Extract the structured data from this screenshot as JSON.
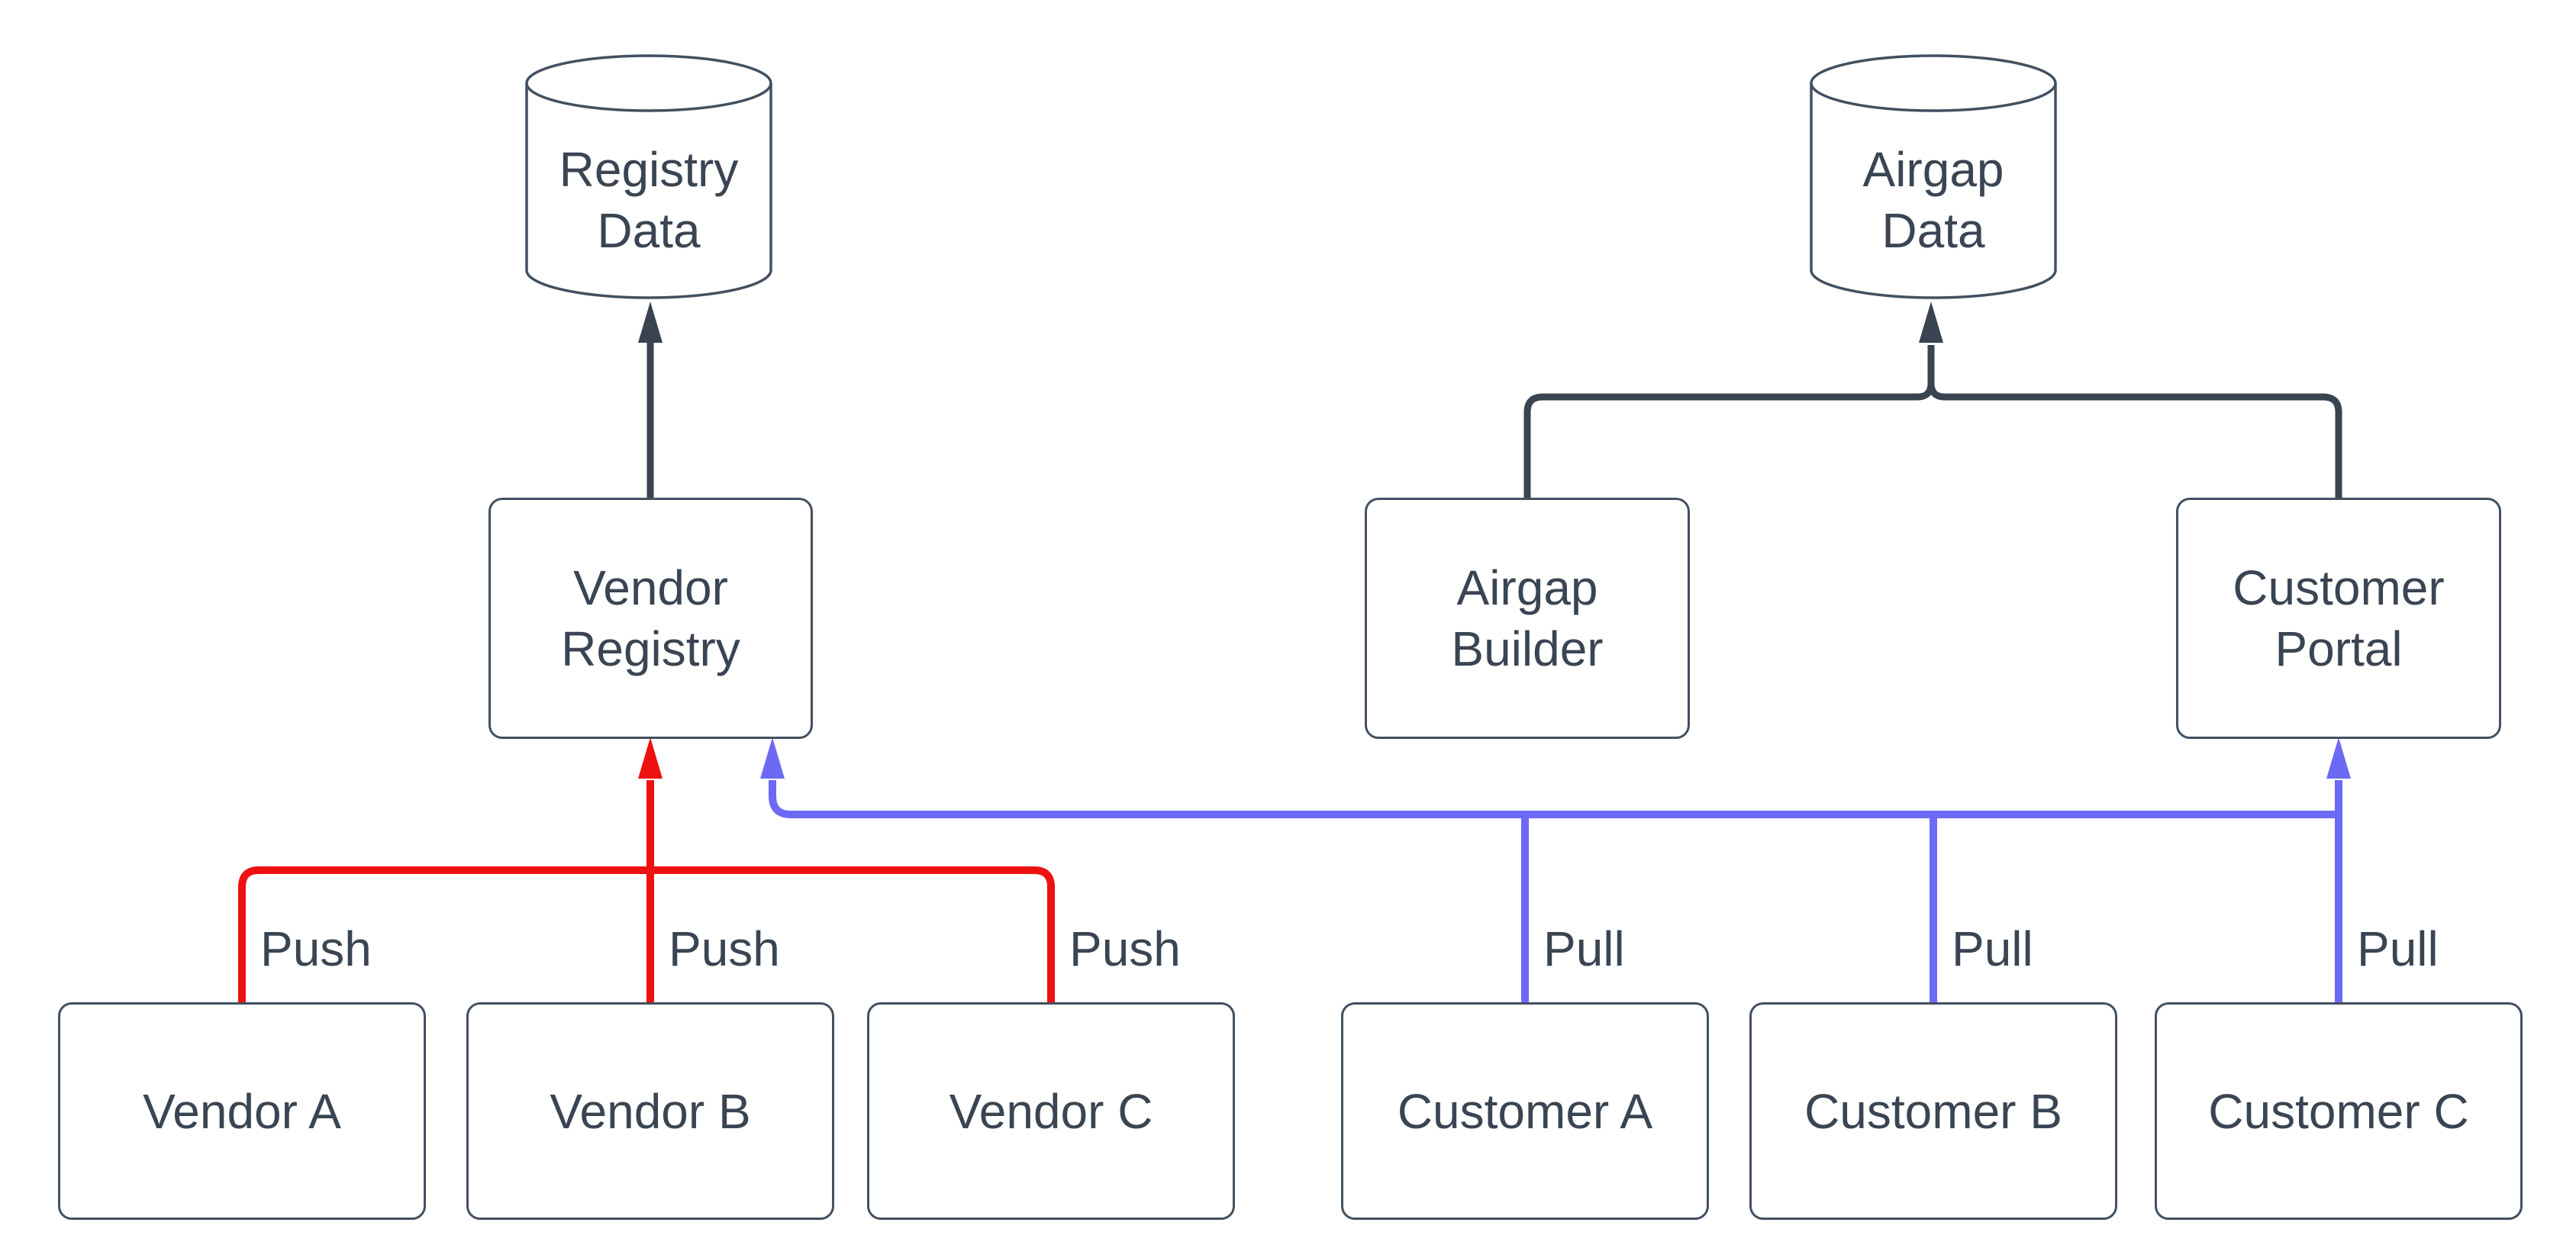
{
  "diagram": {
    "nodes": {
      "registry_data": {
        "label": "Registry\nData",
        "shape": "cylinder"
      },
      "airgap_data": {
        "label": "Airgap\nData",
        "shape": "cylinder"
      },
      "vendor_registry": {
        "label": "Vendor\nRegistry",
        "shape": "rect"
      },
      "airgap_builder": {
        "label": "Airgap\nBuilder",
        "shape": "rect"
      },
      "customer_portal": {
        "label": "Customer\nPortal",
        "shape": "rect"
      },
      "vendor_a": {
        "label": "Vendor A",
        "shape": "rect"
      },
      "vendor_b": {
        "label": "Vendor B",
        "shape": "rect"
      },
      "vendor_c": {
        "label": "Vendor C",
        "shape": "rect"
      },
      "customer_a": {
        "label": "Customer A",
        "shape": "rect"
      },
      "customer_b": {
        "label": "Customer B",
        "shape": "rect"
      },
      "customer_c": {
        "label": "Customer C",
        "shape": "rect"
      }
    },
    "edge_labels": {
      "push_a": "Push",
      "push_b": "Push",
      "push_c": "Push",
      "pull_a": "Pull",
      "pull_b": "Pull",
      "pull_c": "Pull"
    },
    "edges": [
      {
        "from": "vendor_registry",
        "to": "registry_data",
        "color": "#3a4350"
      },
      {
        "from": "airgap_builder",
        "to": "airgap_data",
        "color": "#3a4350"
      },
      {
        "from": "customer_portal",
        "to": "airgap_data",
        "color": "#3a4350"
      },
      {
        "from": "vendor_a",
        "to": "vendor_registry",
        "label": "Push",
        "color": "#ee1111"
      },
      {
        "from": "vendor_b",
        "to": "vendor_registry",
        "label": "Push",
        "color": "#ee1111"
      },
      {
        "from": "vendor_c",
        "to": "vendor_registry",
        "label": "Push",
        "color": "#ee1111"
      },
      {
        "from": "customer_a",
        "to": "vendor_registry",
        "label": "Pull",
        "color": "#6c6af5"
      },
      {
        "from": "customer_b",
        "to": "vendor_registry",
        "label": "Pull",
        "color": "#6c6af5"
      },
      {
        "from": "customer_c",
        "to": "customer_portal",
        "label": "Pull",
        "color": "#6c6af5"
      }
    ],
    "colors": {
      "background": "#ffffff",
      "node_fill": "#ffffff",
      "node_border": "#425060",
      "text": "#3a4553",
      "flow_edge": "#3a4350",
      "push_edge": "#ee1111",
      "pull_edge": "#6c6af5"
    }
  }
}
